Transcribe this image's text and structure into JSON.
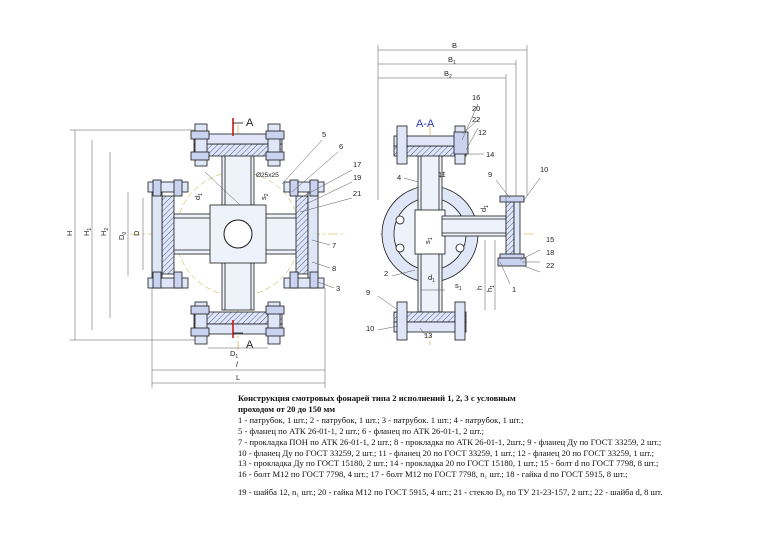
{
  "drawing": {
    "section_label": "A-A",
    "cut_label": "A",
    "dims": {
      "H": "H",
      "H1": "H",
      "H1_sub": "1",
      "H2": "H",
      "H2_sub": "2",
      "D0": "D",
      "D0_sub": "0",
      "D": "D",
      "D1": "D",
      "D1_sub": "1",
      "l": "l",
      "L": "L",
      "B": "B",
      "B1": "B",
      "B1_sub": "1",
      "B2": "B",
      "B2_sub": "2",
      "d1": "d",
      "d1_sub": "1",
      "s1": "s",
      "s1_sub": "1",
      "s2": "s",
      "s2_sub": "2",
      "h": "h",
      "h1": "h",
      "h1_sub": "1",
      "square": "Ø25x25"
    },
    "callouts_main": [
      "5",
      "6",
      "17",
      "19",
      "21",
      "7",
      "8",
      "3"
    ],
    "callouts_section": [
      "16",
      "20",
      "22",
      "12",
      "14",
      "4",
      "11",
      "9",
      "10",
      "2",
      "1",
      "15",
      "18",
      "22",
      "9",
      "10",
      "13"
    ]
  },
  "caption": {
    "title_1": "Конструкция смотровых фонарей типа 2 исполнений 1, 2, 3 с условным",
    "title_2": "проходом от 20 до 150 мм",
    "lines": [
      "1 - патрубок, 1 шт.; 2 - патрубок, 1 шт.; 3 - патрубок. 1 шт.; 4 - патрубок, 1 шт.;",
      "5 - фланец по АТК 26-01-1, 2 шт.; 6 - фланец по АТК 26-01-1, 2 шт.;",
      "7 - прокладка ПОН по АТК 26-01-1, 2 шт.; 8 - прокладка по АТК 26-01-1, 2шт.; 9 - фланец Ду по ГОСТ 33259, 2 шт.;",
      "10 - фланец Ду по ГОСТ 33259, 2 шт.; 11 - фланец 20 по ГОСТ 33259, 1 шт.; 12 - фланец 20 по ГОСТ 33259, 1 шт.;",
      "13 - прокладка Ду по ГОСТ 15180, 2 шт.; 14 - прокладка 20 по ГОСТ 15180, 1 шт.; 15 - болт d по ГОСТ 7798, 8 шт.;",
      "16 - болт М12 по ГОСТ 7798, 4 шт.; 17 - болт М12 по ГОСТ 7798, n₁ шт.; 18 - гайка d по ГОСТ 5915, 8 шт.;",
      "19 - шайба 12, n₁ шт.; 20 - гайка М12 по ГОСТ 5915, 4 шт.; 21 - стекло D₀ по ТУ 21-23-157, 2 шт.; 22 - шайба d, 8 шт."
    ]
  },
  "colors": {
    "line": "#1a1a1a",
    "fill": "#dfe6f7",
    "body": "#eef2fb",
    "accent": "#c41d1d",
    "section": "#2d3cb0"
  }
}
